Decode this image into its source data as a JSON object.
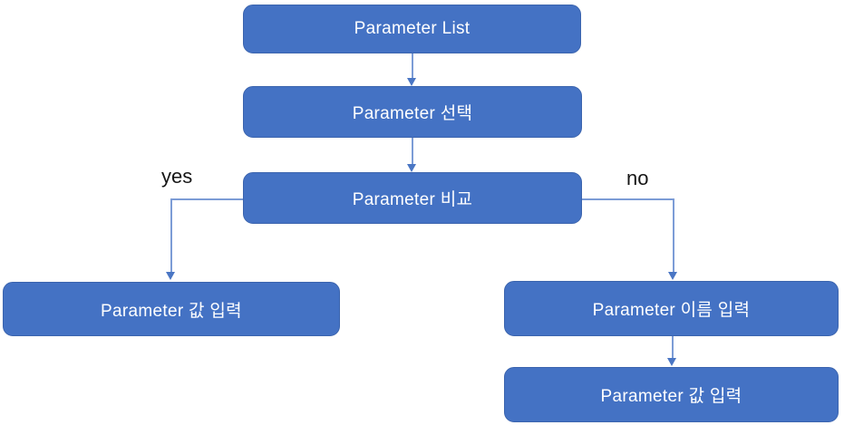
{
  "diagram": {
    "type": "flowchart",
    "nodes": [
      {
        "id": "parameter-list",
        "label": "Parameter List"
      },
      {
        "id": "parameter-select",
        "label": "Parameter 선택"
      },
      {
        "id": "parameter-compare",
        "label": "Parameter 비교"
      },
      {
        "id": "parameter-value-input-left",
        "label": "Parameter 값 입력"
      },
      {
        "id": "parameter-name-input",
        "label": "Parameter 이름 입력"
      },
      {
        "id": "parameter-value-input-right",
        "label": "Parameter 값 입력"
      }
    ],
    "edges": [
      {
        "from": "parameter-list",
        "to": "parameter-select",
        "label": ""
      },
      {
        "from": "parameter-select",
        "to": "parameter-compare",
        "label": ""
      },
      {
        "from": "parameter-compare",
        "to": "parameter-value-input-left",
        "label": "yes"
      },
      {
        "from": "parameter-compare",
        "to": "parameter-name-input",
        "label": "no"
      },
      {
        "from": "parameter-name-input",
        "to": "parameter-value-input-right",
        "label": ""
      }
    ],
    "colors": {
      "node_fill": "#4472C4",
      "node_border": "#3B64AE",
      "connector": "#7C9CD6",
      "arrowhead": "#4A76C4",
      "node_text": "#FFFFFF",
      "branch_label_text": "#161616"
    }
  }
}
